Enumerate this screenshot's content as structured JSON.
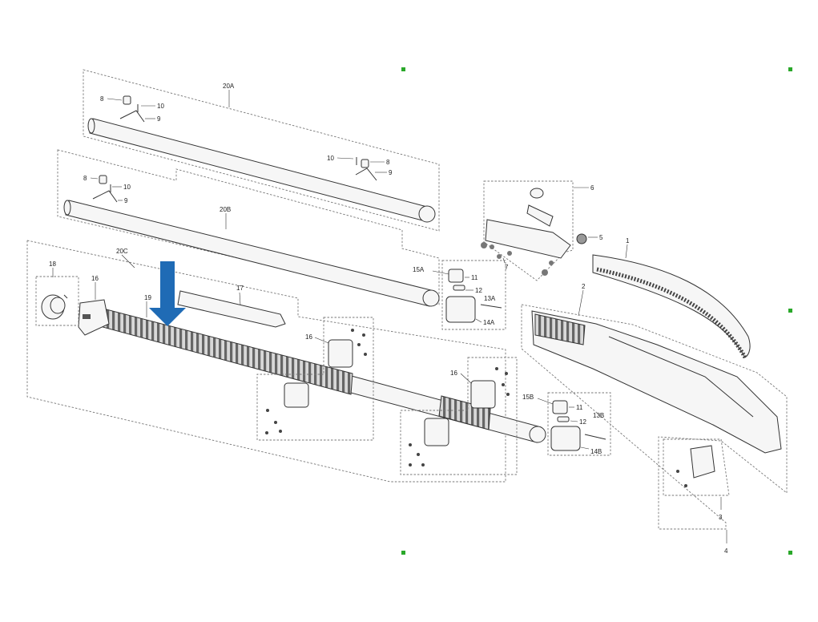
{
  "diagram": {
    "background": "#ffffff",
    "accent_arrow_color": "#1f6bb5",
    "marker_color": "#2aa82a",
    "labels": {
      "p1": "1",
      "p2": "2",
      "p3": "3",
      "p4": "4",
      "p5": "5",
      "p6": "6",
      "p7": "7",
      "p8a": "8",
      "p8b": "8",
      "p8c": "8",
      "p9a": "9",
      "p9b": "9",
      "p9c": "9",
      "p10a": "10",
      "p10b": "10",
      "p10c": "10",
      "p11a": "11",
      "p11b": "11",
      "p12a": "12",
      "p12b": "12",
      "p13a": "13A",
      "p13b": "13B",
      "p14a": "14A",
      "p14b": "14B",
      "p15a": "15A",
      "p15b": "15B",
      "p16a": "16",
      "p16b": "16",
      "p16c": "16",
      "p17": "17",
      "p18": "18",
      "p19": "19",
      "p20a": "20A",
      "p20b": "20B",
      "p20c": "20C"
    }
  }
}
